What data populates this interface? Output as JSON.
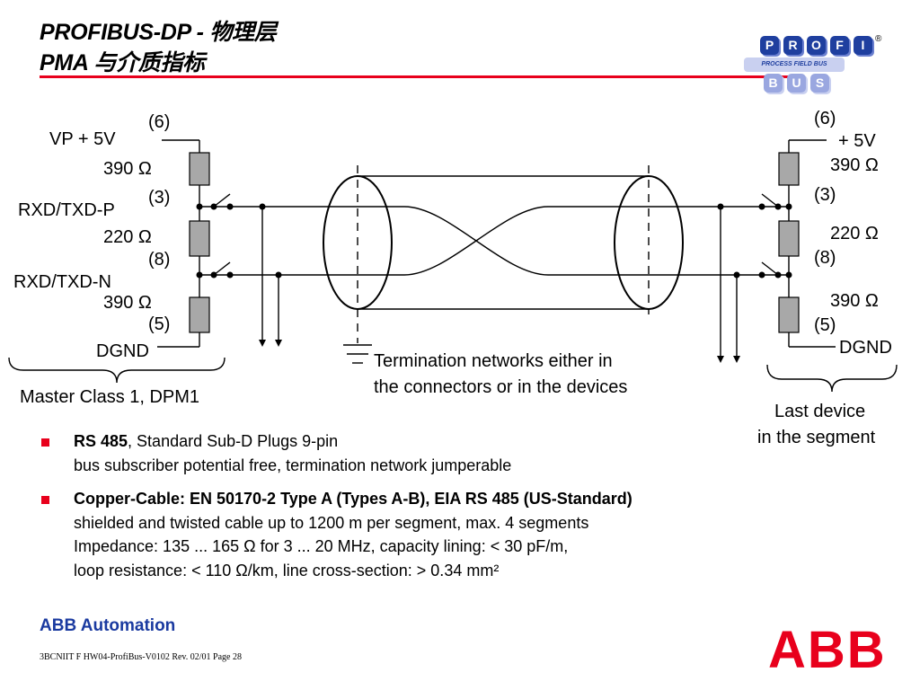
{
  "title": {
    "line1": "PROFIBUS-DP - 物理层",
    "line2": "PMA 与介质指标"
  },
  "logo": {
    "top_letters": [
      "P",
      "R",
      "O",
      "F",
      "I"
    ],
    "registered": "®",
    "band_text": "PROCESS FIELD BUS",
    "bottom_letters": [
      "B",
      "U",
      "S"
    ]
  },
  "left_network": {
    "pin_top": "(6)",
    "vp_label": "VP + 5V",
    "r1": "390 Ω",
    "pin_p": "(3)",
    "p_label": "RXD/TXD-P",
    "r2": "220 Ω",
    "pin_n": "(8)",
    "n_label": "RXD/TXD-N",
    "r3": "390 Ω",
    "pin_gnd": "(5)",
    "gnd_label": "DGND",
    "caption": "Master Class 1, DPM1"
  },
  "right_network": {
    "pin_top": "(6)",
    "vp_label": "+ 5V",
    "r1": "390 Ω",
    "pin_p": "(3)",
    "r2": "220 Ω",
    "pin_n": "(8)",
    "r3": "390 Ω",
    "pin_gnd": "(5)",
    "gnd_label": "DGND",
    "caption_line1": "Last device",
    "caption_line2": "in the segment"
  },
  "cable_caption": {
    "line1": "Termination networks either in",
    "line2": "the connectors or in the devices"
  },
  "bullets": [
    {
      "bold": "RS 485",
      "rest": ", Standard Sub-D Plugs 9-pin",
      "lines": [
        "bus subscriber potential free, termination network jumperable"
      ]
    },
    {
      "bold": "Copper-Cable: EN 50170-2 Type A (Types A-B), EIA RS 485 (US-Standard)",
      "rest": "",
      "lines": [
        "shielded and twisted cable up to 1200 m per segment, max. 4 segments",
        "Impedance: 135 ... 165 Ω for 3 ... 20 MHz, capacity lining: < 30 pF/m,",
        "loop resistance: < 110 Ω/km, line cross-section: > 0.34 mm²"
      ]
    }
  ],
  "footer": {
    "brand": "ABB Automation",
    "reference": "3BCNIIT F HW04-ProfiBus-V0102  Rev. 02/01 Page 28",
    "logo_text": "ABB"
  },
  "colors": {
    "accent_red": "#e8001c",
    "brand_blue": "#1a3aa0",
    "resistor_gray": "#a8a8a8"
  }
}
